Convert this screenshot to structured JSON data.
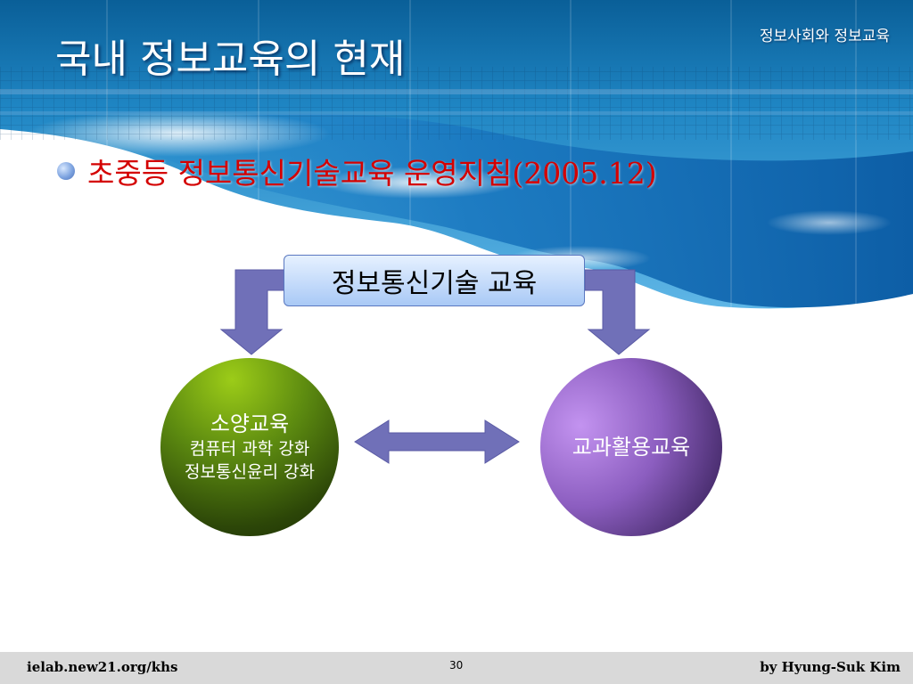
{
  "slide": {
    "title": "국내 정보교육의 현재",
    "corner_label": "정보사회와 정보교육",
    "bullet": "초중등 정보통신기술교육 운영지침(2005.12)"
  },
  "diagram": {
    "top_box": "정보통신기술 교육",
    "left_circle": {
      "title": "소양교육",
      "lines": [
        "컴퓨터 과학 강화",
        "정보통신윤리 강화"
      ]
    },
    "right_circle": {
      "title": "교과활용교육"
    }
  },
  "footer": {
    "left": "ielab.new21.org/khs",
    "page": "30",
    "right": "by  Hyung-Suk Kim"
  },
  "colors": {
    "title_text": "#ffffff",
    "bullet_text": "#d40000",
    "arrow_fill": "#7070b8",
    "box_fill": "#a9c9f6",
    "left_circle": "#5c8a10",
    "right_circle": "#8c5ec0",
    "footer_bg": "#d9d9d9"
  }
}
